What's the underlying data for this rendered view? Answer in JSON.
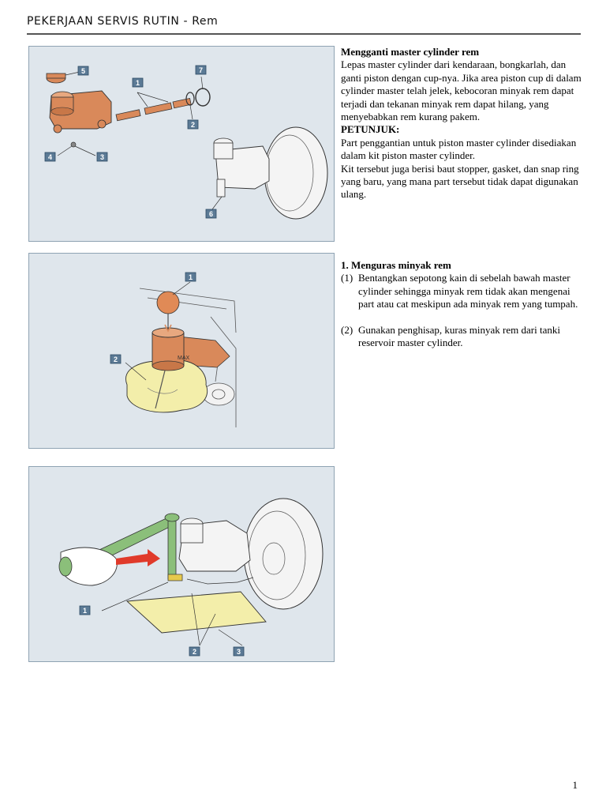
{
  "header": {
    "title": "PEKERJAAN SERVIS RUTIN - Rem"
  },
  "section1": {
    "heading": "Mengganti master cylinder rem",
    "body": "Lepas master cylinder dari kendaraan, bongkarlah, dan ganti piston dengan cup-nya. Jika area piston cup di dalam cylinder master telah jelek, kebocoran minyak rem dapat terjadi dan tekanan minyak rem dapat hilang, yang menyebabkan rem kurang pakem.",
    "note_heading": "PETUNJUK:",
    "note_body1": "Part penggantian untuk piston master cylinder disediakan dalam kit piston master cylinder.",
    "note_body2": "Kit tersebut juga berisi baut stopper, gasket, dan snap ring yang baru, yang mana part tersebut tidak dapat digunakan ulang."
  },
  "section2": {
    "heading": "1. Menguras minyak rem",
    "steps": [
      {
        "num": "(1)",
        "text": "Bentangkan sepotong kain di sebelah bawah master cylinder sehingga minyak rem tidak akan mengenai part atau cat meskipun ada minyak rem yang tumpah."
      },
      {
        "num": "(2)",
        "text": "Gunakan penghisap, kuras minyak rem dari tanki reservoir master cylinder."
      }
    ]
  },
  "figures": {
    "fig1_callouts": [
      "5",
      "1",
      "7",
      "2",
      "4",
      "3",
      "6"
    ],
    "fig2_callouts": [
      "1",
      "2"
    ],
    "fig2_device_label": "MAX",
    "fig3_callouts": [
      "1",
      "2",
      "3"
    ]
  },
  "page_number": "1",
  "colors": {
    "figure_bg": "#dfe6ec",
    "callout": "#5b7a95",
    "part_orange": "#d9895a",
    "tool_green": "#8bbf7a",
    "cloth_yellow": "#f3eeaa"
  }
}
